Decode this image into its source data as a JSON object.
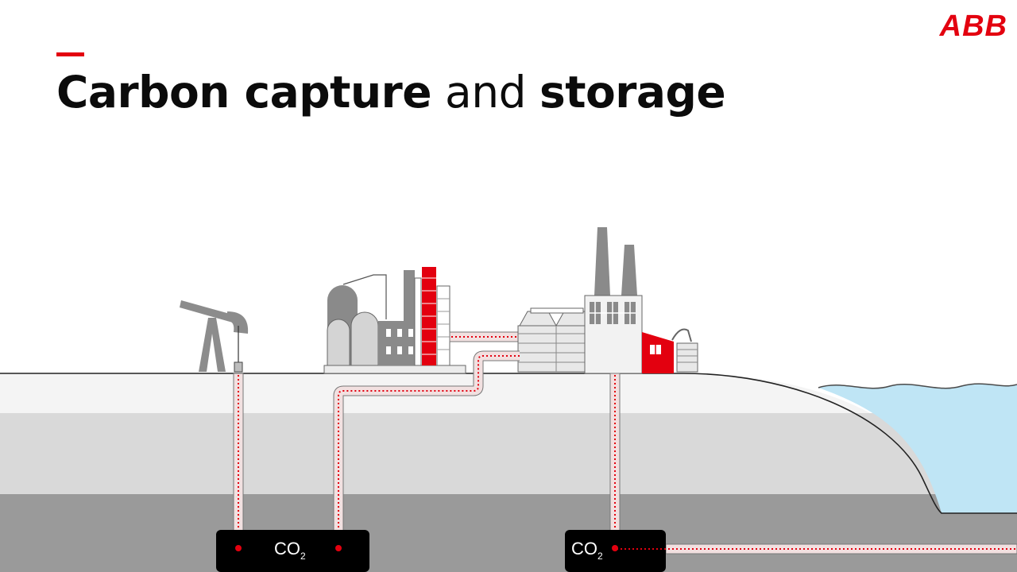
{
  "header": {
    "title_part1": "Carbon capture",
    "title_part2": " and ",
    "title_part3": "storage",
    "logo_text": "ABB"
  },
  "labels": {
    "co2_main": "CO",
    "co2_sub": "2"
  },
  "colors": {
    "accent": "#e3000f",
    "ground_top": "#f2f2f2",
    "ground_mid": "#d9d9d9",
    "ground_deep": "#9a9a9a",
    "water": "#bfe5f5",
    "reservoir": "#000000"
  },
  "icons": [
    "pumpjack-icon",
    "refinery-icon",
    "storage-tanks-icon",
    "factory-icon"
  ]
}
